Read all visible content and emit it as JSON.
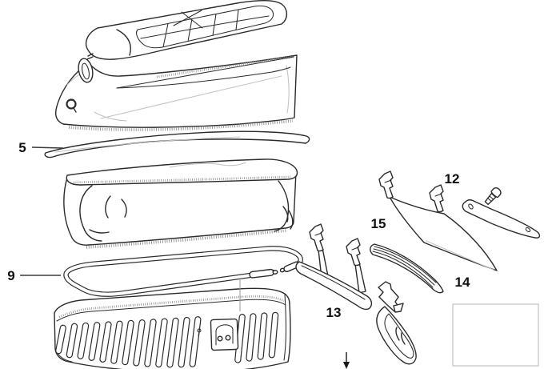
{
  "figure": {
    "type": "exploded-parts-diagram",
    "background_color": "#ffffff",
    "outline_color": "#2b2b2b",
    "seam_color": "#c4c4c4",
    "note_box_border_color": "#c2c2c2",
    "callouts": {
      "pad": {
        "label": "5"
      },
      "frame": {
        "label": "9"
      },
      "screw": {
        "label": "12"
      },
      "bracket": {
        "label": "13"
      },
      "strip": {
        "label": "14"
      },
      "flap": {
        "label": "15"
      }
    }
  }
}
